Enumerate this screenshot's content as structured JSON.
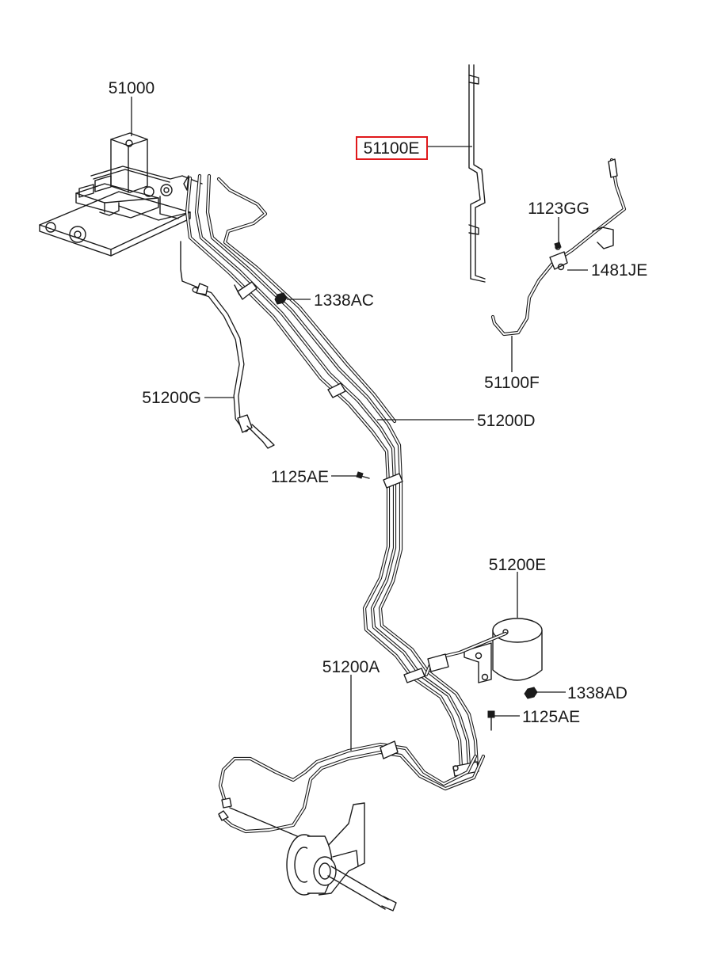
{
  "labels": {
    "p51000": "51000",
    "p51100E": "51100E",
    "p1123GG": "1123GG",
    "p1481JE": "1481JE",
    "p1338AC": "1338AC",
    "p51100F": "51100F",
    "p51200G": "51200G",
    "p51200D": "51200D",
    "p1125AE_upper": "1125AE",
    "p51200E": "51200E",
    "p51200A": "51200A",
    "p1338AD": "1338AD",
    "p1125AE_lower": "1125AE"
  },
  "highlight": {
    "part": "51100E",
    "color": "#e0181b"
  },
  "colors": {
    "line": "#1a1a1a",
    "background": "#ffffff"
  }
}
